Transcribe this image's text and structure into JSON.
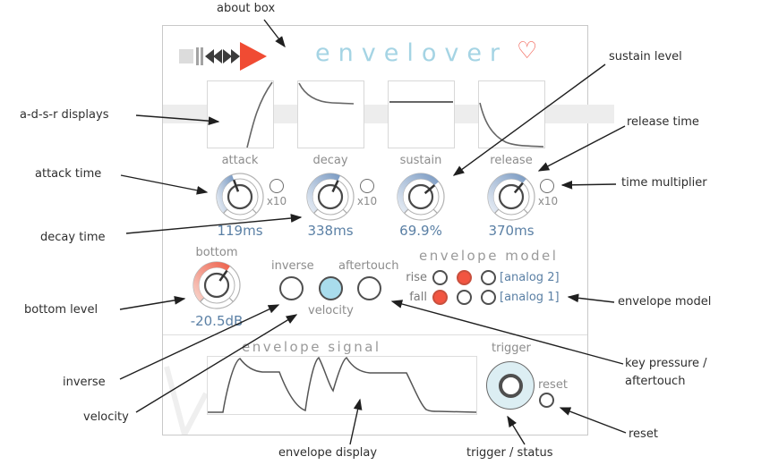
{
  "annotations": [
    {
      "label": "about box"
    },
    {
      "label": "a-d-s-r displays"
    },
    {
      "label": "attack time"
    },
    {
      "label": "decay time"
    },
    {
      "label": "sustain level"
    },
    {
      "label": "release time"
    },
    {
      "label": "time multiplier"
    },
    {
      "label": "bottom level"
    },
    {
      "label": "envelope model"
    },
    {
      "label": "inverse"
    },
    {
      "label": "velocity"
    },
    {
      "label": "key pressure /",
      "label2": "aftertouch"
    },
    {
      "label": "reset"
    },
    {
      "label": "envelope display"
    },
    {
      "label": "trigger / status"
    }
  ],
  "plugin": {
    "title": "envelover",
    "heart": "♡",
    "transport_icons": [
      "stop",
      "pause",
      "rewind",
      "fast-forward",
      "play"
    ],
    "adsr": {
      "sections": [
        {
          "label": "attack",
          "value": "119ms",
          "multiplier": "x10"
        },
        {
          "label": "decay",
          "value": "338ms",
          "multiplier": "x10"
        },
        {
          "label": "sustain",
          "value": "69.9%"
        },
        {
          "label": "release",
          "value": "370ms",
          "multiplier": "x10"
        }
      ]
    },
    "bottom": {
      "label": "bottom",
      "value": "-20.5dB"
    },
    "toggles": {
      "inverse": "inverse",
      "velocity": "velocity",
      "aftertouch": "aftertouch"
    },
    "envelope_model": {
      "title": "envelope model",
      "rows": [
        {
          "label": "rise",
          "selected_index": 1,
          "tag": "[analog 2]"
        },
        {
          "label": "fall",
          "selected_index": 0,
          "tag": "[analog 1]"
        }
      ]
    },
    "envelope_signal": {
      "title": "envelope signal"
    },
    "trigger_label": "trigger",
    "reset_label": "reset"
  },
  "colors": {
    "title_blue": "#a5d4e4",
    "heart_red": "#f2685c",
    "play_red": "#f04b33",
    "knob_arc_blue": "#7e9dc4",
    "knob_arc_red": "#ee6550",
    "radio_red": "#f25541",
    "velocity_fill": "#a9dcec",
    "trigger_fill": "#dceef3",
    "value_text": "#5b80a5",
    "label_gray": "#8c8c8c"
  }
}
